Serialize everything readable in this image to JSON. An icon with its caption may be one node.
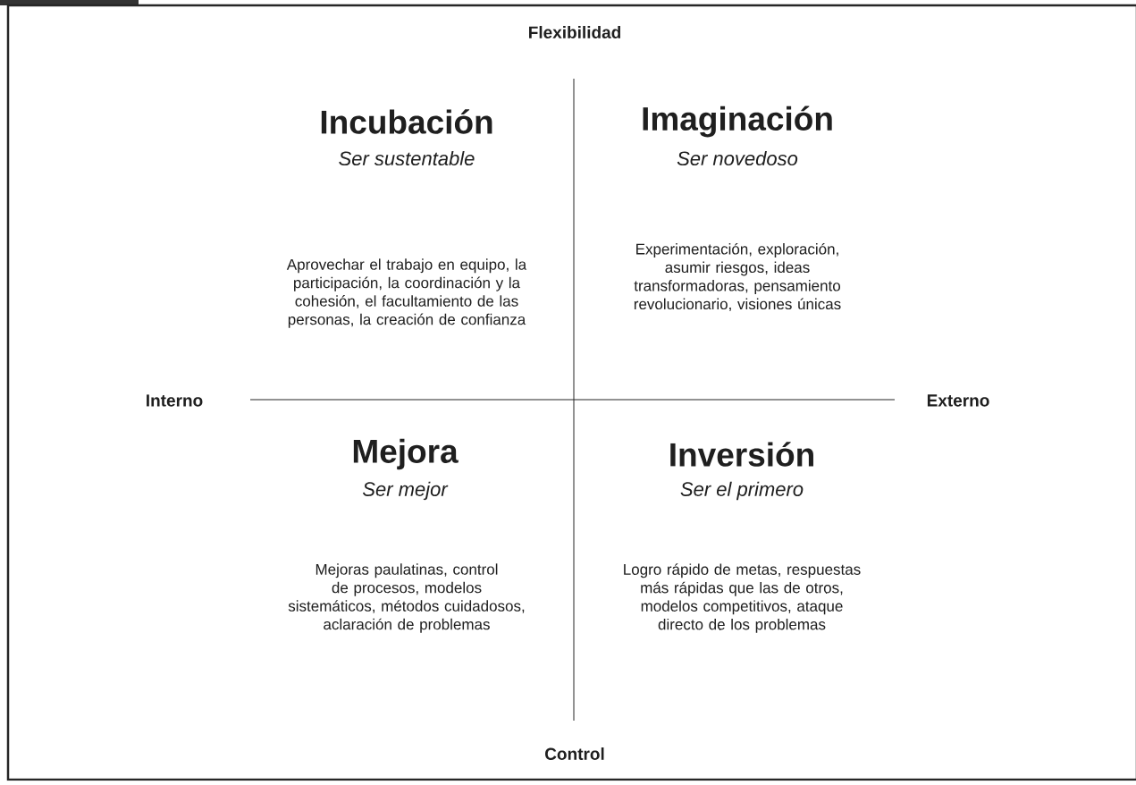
{
  "diagram": {
    "labels": [
      "Flexibilidad",
      "Incubación",
      "Ser sustentable",
      "Imaginación",
      "Ser novedoso",
      "Aprovechar el trabajo en equipo, la participación, la coordinación y la cohesión, el facultamiento de las personas, la creación de confianza",
      "Experimentación, exploración, asumir riesgos, ideas transformadoras, pensamiento revolucionario, visiones únicas",
      "Interno",
      "Externo",
      "Mejora",
      "Ser mejor",
      "Inversión",
      "Ser el primero",
      "Mejoras paulatinas, control de procesos, modelos sistemáticos, métodos cuidadosos, aclaración de problemas",
      "Logro rápido de metas, respuestas más rápidas que las de otros, modelos competitivos, ataque directo de los problemas",
      "Control"
    ]
  }
}
